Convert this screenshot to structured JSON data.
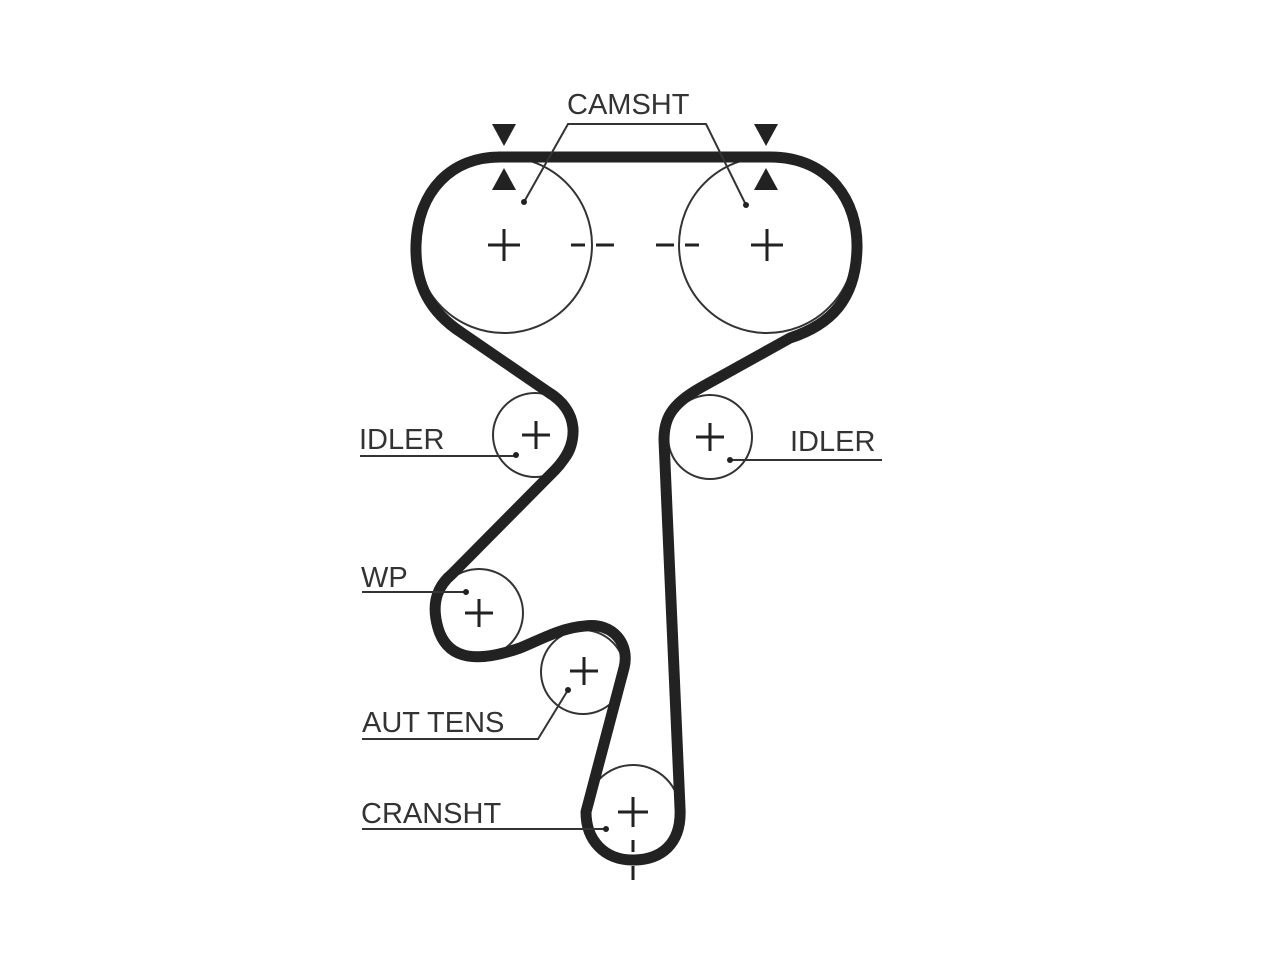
{
  "labels": {
    "camshaft": "CAMSHT",
    "idler_left": "IDLER",
    "idler_right": "IDLER",
    "water_pump": "WP",
    "auto_tensioner": "AUT TENS",
    "crankshaft": "CRANSHT"
  },
  "colors": {
    "belt": "#222222",
    "lines": "#333333",
    "background": "#ffffff"
  }
}
